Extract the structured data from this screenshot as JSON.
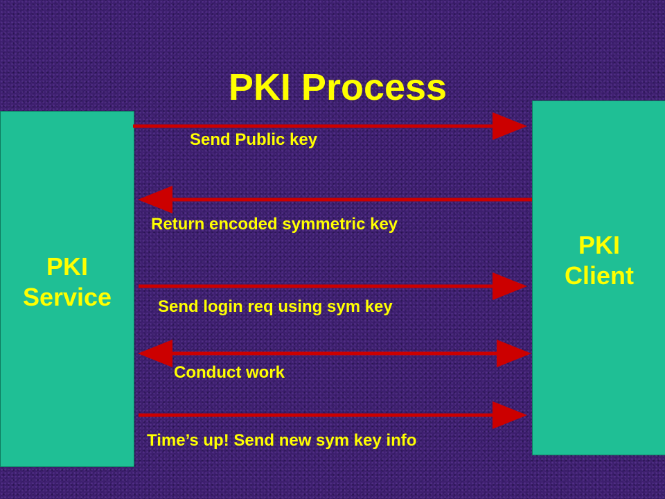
{
  "title": "PKI Process",
  "service_box": {
    "label": "PKI\nService"
  },
  "client_box": {
    "label": "PKI\nClient"
  },
  "messages": [
    {
      "text": "Send Public key",
      "direction": "to-client"
    },
    {
      "text": "Return encoded symmetric key",
      "direction": "to-service"
    },
    {
      "text": "Send login req using sym key",
      "direction": "to-client"
    },
    {
      "text": "Conduct work",
      "direction": "both"
    },
    {
      "text": "Time’s up! Send new sym key info",
      "direction": "to-client"
    }
  ],
  "colors": {
    "background": "#3d1f6e",
    "text": "#ffff00",
    "box": "#1fbf95",
    "arrow": "#cc0000"
  }
}
